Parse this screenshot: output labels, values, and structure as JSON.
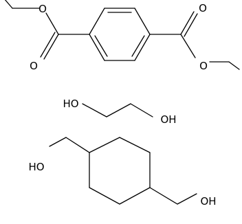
{
  "molecules": [
    {
      "key": "dimethyl_terephthalate",
      "atom_labels": [
        "O",
        "O",
        "O",
        "O"
      ]
    },
    {
      "key": "ethylene_glycol",
      "atom_labels": [
        "HO",
        "OH"
      ]
    },
    {
      "key": "cyclohexanedimethanol",
      "atom_labels": [
        "HO",
        "OH"
      ]
    }
  ],
  "colors": {
    "bond": "#000000",
    "label": "#000000",
    "background": "#ffffff"
  }
}
